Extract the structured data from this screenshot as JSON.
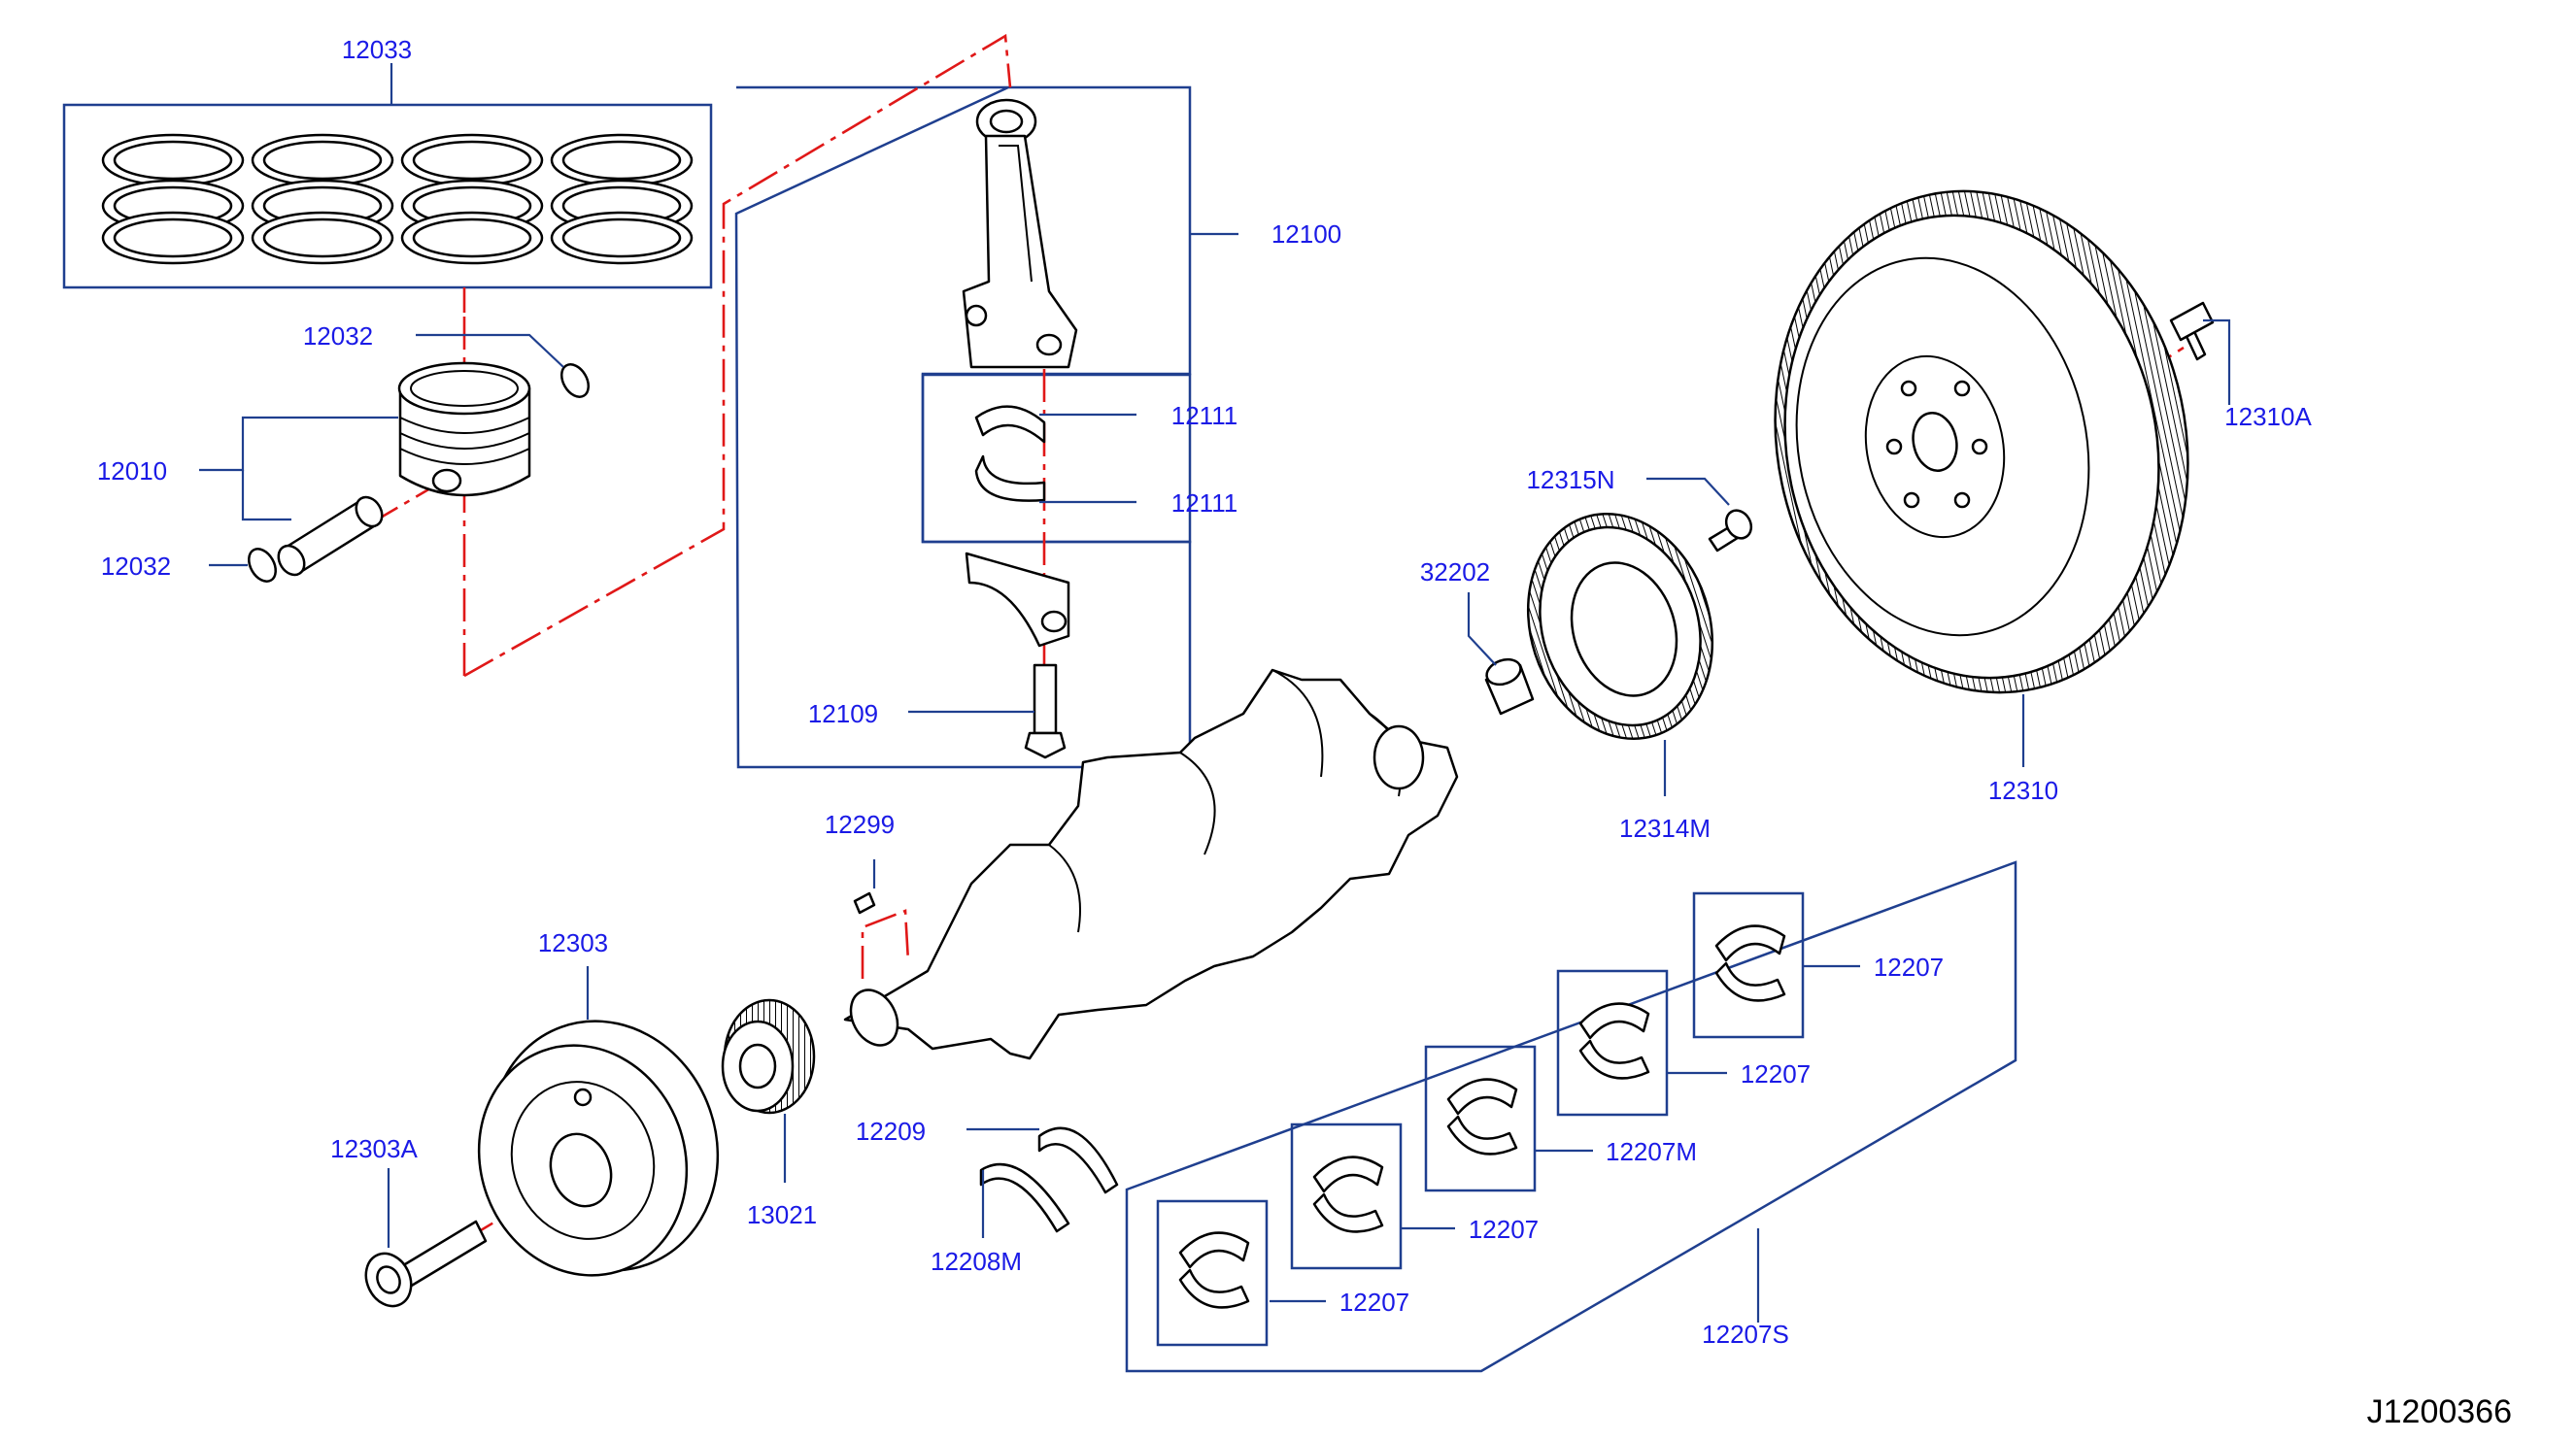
{
  "diagram_id": "J1200366",
  "colors": {
    "callout_text": "#1a1ae6",
    "frame_line": "#1f3f8f",
    "leader_line": "#1f3f8f",
    "center_line": "#e01818",
    "part_stroke": "#000000"
  },
  "parts": {
    "piston_ring_set": "12033",
    "piston_pin_clip_upper": "12032",
    "piston_assembly": "12010",
    "piston_pin_clip_lower": "12032",
    "connecting_rod": "12100",
    "rod_bearing_upper": "12111",
    "rod_bearing_lower": "12111",
    "rod_bolt": "12109",
    "flywheel_bolt": "12310A",
    "flywheel": "12310",
    "plate_bolt": "12315N",
    "pilot_bushing": "32202",
    "signal_plate": "12314M",
    "woodruff_key": "12299",
    "crank_pulley": "12303",
    "pulley_bolt": "12303A",
    "crank_sprocket": "13021",
    "thrust_washer": "12209",
    "thrust_bearing": "12208M",
    "main_bearing_1": "12207",
    "main_bearing_2": "12207",
    "main_bearing_center": "12207M",
    "main_bearing_4": "12207",
    "main_bearing_5": "12207",
    "main_bearing_set": "12207S"
  }
}
